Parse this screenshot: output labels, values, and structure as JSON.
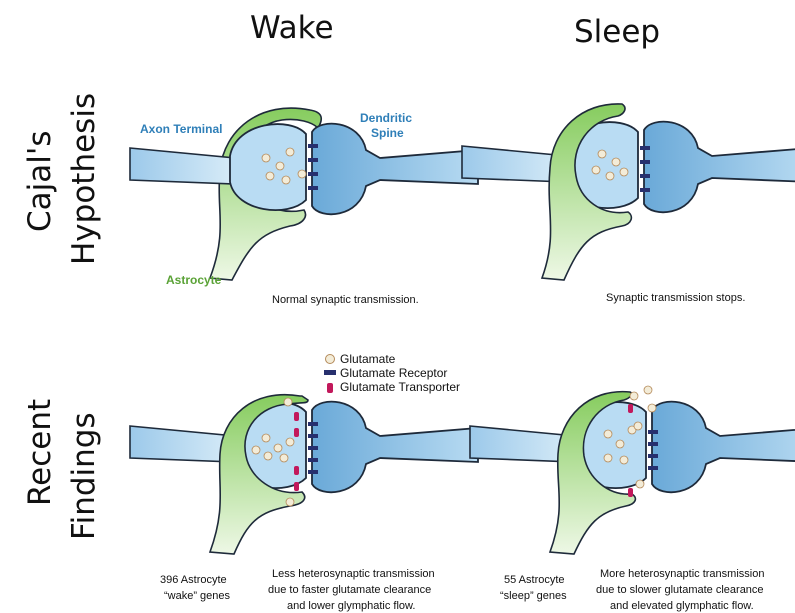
{
  "columns": {
    "wake": "Wake",
    "sleep": "Sleep"
  },
  "rows": {
    "cajal": {
      "line1": "Cajal's",
      "line2": "Hypothesis"
    },
    "recent": {
      "line1": "Recent",
      "line2": "Findings"
    }
  },
  "labels": {
    "axon_terminal": "Axon Terminal",
    "dendritic_spine_line1": "Dendritic",
    "dendritic_spine_line2": "Spine",
    "astrocyte": "Astrocyte"
  },
  "legend": {
    "glutamate": "Glutamate",
    "receptor": "Glutamate Receptor",
    "transporter": "Glutamate Transporter"
  },
  "captions": {
    "cajal_wake": "Normal synaptic transmission.",
    "cajal_sleep": "Synaptic transmission stops.",
    "recent_wake_genes_line1": "396 Astrocyte",
    "recent_wake_genes_line2": "“wake” genes",
    "recent_wake_desc_line1": "Less heterosynaptic transmission",
    "recent_wake_desc_line2": "due to faster glutamate clearance",
    "recent_wake_desc_line3": "and lower glymphatic flow.",
    "recent_sleep_genes_line1": "55 Astrocyte",
    "recent_sleep_genes_line2": "“sleep” genes",
    "recent_sleep_desc_line1": "More heterosynaptic transmission",
    "recent_sleep_desc_line2": "due to slower glutamate clearance",
    "recent_sleep_desc_line3": "and elevated glymphatic flow."
  },
  "colors": {
    "neuron_blue": "#7fb9e3",
    "neuron_light": "#d4e9f8",
    "astrocyte_green": "#8fd06a",
    "astrocyte_light": "#e4f5d8",
    "receptor": "#27306e",
    "transporter": "#c2185b",
    "glutamate": "#f3ecd8"
  }
}
